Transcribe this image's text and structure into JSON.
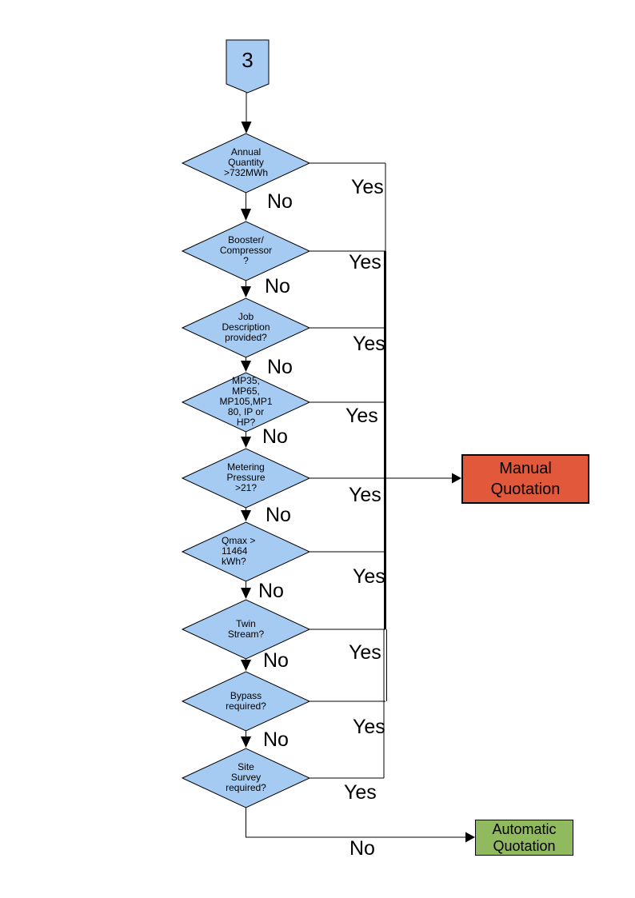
{
  "flowchart": {
    "connector": {
      "label": "3"
    },
    "decisions": [
      {
        "label": "Annual\nQuantity\n>732MWh",
        "yes_label": "Yes",
        "no_label": "No"
      },
      {
        "label": "Booster/\nCompressor\n?",
        "yes_label": "Yes",
        "no_label": "No"
      },
      {
        "label": "Job\nDescription\nprovided?",
        "yes_label": "Yes",
        "no_label": "No"
      },
      {
        "label": "MP35,\nMP65,\nMP105,MP1\n80, IP or\nHP?",
        "yes_label": "Yes",
        "no_label": "No"
      },
      {
        "label": "Metering\nPressure\n>21?",
        "yes_label": "Yes",
        "no_label": "No"
      },
      {
        "label": "Qmax >\n11464\nkWh?",
        "yes_label": "Yes",
        "no_label": "No"
      },
      {
        "label": "Twin\nStream?",
        "yes_label": "Yes",
        "no_label": "No"
      },
      {
        "label": "Bypass\nrequired?",
        "yes_label": "Yes",
        "no_label": "No"
      },
      {
        "label": "Site\nSurvey\nrequired?",
        "yes_label": "Yes",
        "no_label": "No"
      }
    ],
    "outcomes": {
      "manual": {
        "label": "Manual\nQuotation",
        "fill": "#E2583A"
      },
      "automatic": {
        "label": "Automatic\nQuotation",
        "fill": "#91BA5E"
      }
    },
    "colors": {
      "decision_fill": "#A6CBF2",
      "line": "#000000",
      "text": "#000000"
    }
  }
}
